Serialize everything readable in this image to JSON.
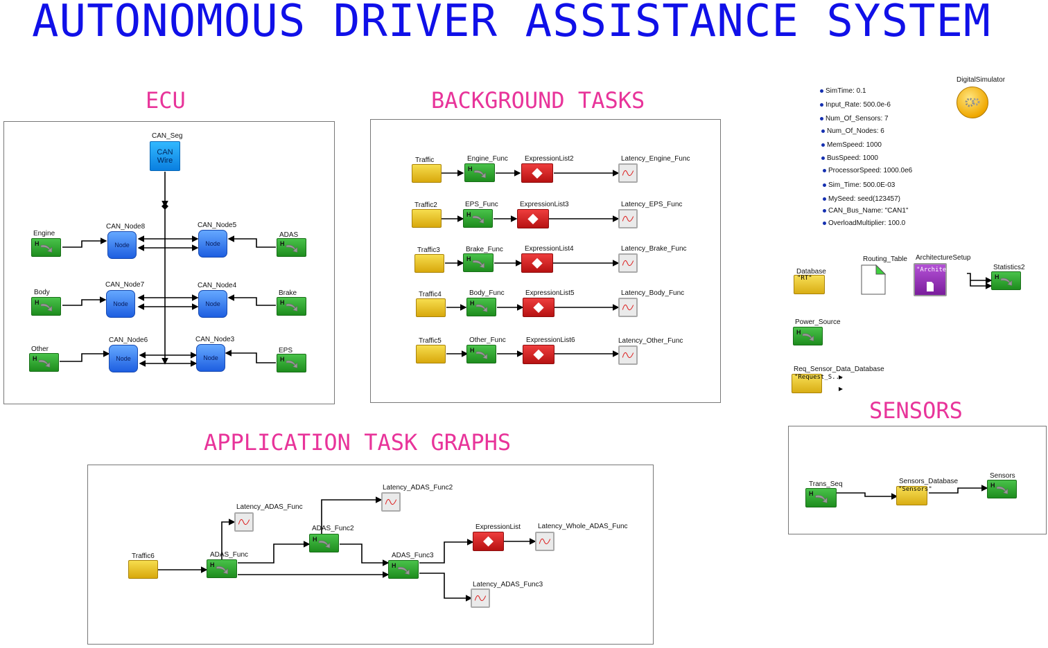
{
  "title": "AUTONOMOUS DRIVER ASSISTANCE SYSTEM",
  "sections": {
    "ecu": "ECU",
    "background": "BACKGROUND TASKS",
    "apps": "APPLICATION TASK GRAPHS",
    "sensors": "SENSORS"
  },
  "ecu": {
    "can_seg": "CAN_Seg",
    "can_wire_1": "CAN",
    "can_wire_2": "Wire",
    "node_text": "Node",
    "nodes": [
      "CAN_Node8",
      "CAN_Node5",
      "CAN_Node7",
      "CAN_Node4",
      "CAN_Node6",
      "CAN_Node3"
    ],
    "sources": [
      "Engine",
      "ADAS",
      "Body",
      "Brake",
      "Other",
      "EPS"
    ]
  },
  "background": {
    "rows": [
      {
        "traffic": "Traffic",
        "func": "Engine_Func",
        "expr": "ExpressionList2",
        "lat": "Latency_Engine_Func"
      },
      {
        "traffic": "Traffic2",
        "func": "EPS_Func",
        "expr": "ExpressionList3",
        "lat": "Latency_EPS_Func"
      },
      {
        "traffic": "Traffic3",
        "func": "Brake_Func",
        "expr": "ExpressionList4",
        "lat": "Latency_Brake_Func"
      },
      {
        "traffic": "Traffic4",
        "func": "Body_Func",
        "expr": "ExpressionList5",
        "lat": "Latency_Body_Func"
      },
      {
        "traffic": "Traffic5",
        "func": "Other_Func",
        "expr": "ExpressionList6",
        "lat": "Latency_Other_Func"
      }
    ]
  },
  "apps": {
    "traffic6": "Traffic6",
    "adas_func": "ADAS_Func",
    "adas_func2": "ADAS_Func2",
    "adas_func3": "ADAS_Func3",
    "lat_adas_func": "Latency_ADAS_Func",
    "lat_adas_func2": "Latency_ADAS_Func2",
    "lat_adas_func3": "Latency_ADAS_Func3",
    "expr": "ExpressionList",
    "lat_whole": "Latency_Whole_ADAS_Func"
  },
  "params": [
    "SimTime: 0.1",
    "Input_Rate: 500.0e-6",
    "Num_Of_Sensors: 7",
    "Num_Of_Nodes: 6",
    "MemSpeed: 1000",
    "BusSpeed: 1000",
    "ProcessorSpeed: 1000.0e6",
    "Sim_Time: 500.0E-03",
    "MySeed: seed(123457)",
    "CAN_Bus_Name: \"CAN1\"",
    "OverloadMultiplier: 100.0"
  ],
  "right": {
    "digital_sim": "DigitalSimulator",
    "database": "Database",
    "database_val": "\"RT\"",
    "routing": "Routing_Table",
    "arch": "ArchitectureSetup",
    "arch_val": "\"Architectu..",
    "stats": "Statistics2",
    "power": "Power_Source",
    "req": "Req_Sensor_Data_Database",
    "req_val": "\"Request_S..."
  },
  "sensors": {
    "trans": "Trans_Seq",
    "db": "Sensors_Database",
    "db_val": "\"Sensors\"",
    "sensors": "Sensors"
  },
  "colors": {
    "title": "#1010e8",
    "section": "#e8349a",
    "task": "#2aa52a",
    "traffic": "#e6bf1e",
    "expression": "#d42222",
    "node": "#2f78ee"
  }
}
